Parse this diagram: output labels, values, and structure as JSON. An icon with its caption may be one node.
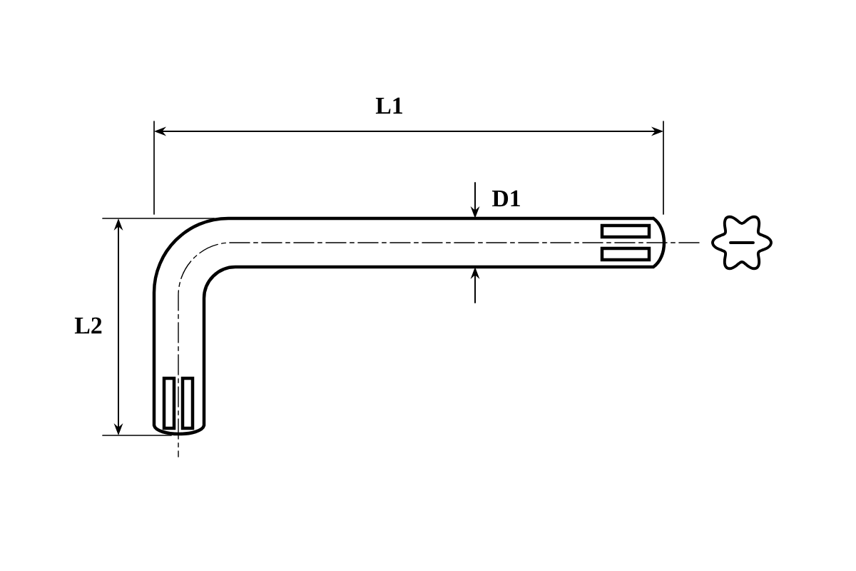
{
  "diagram": {
    "labels": [
      "L1",
      "D1",
      "L2"
    ]
  }
}
